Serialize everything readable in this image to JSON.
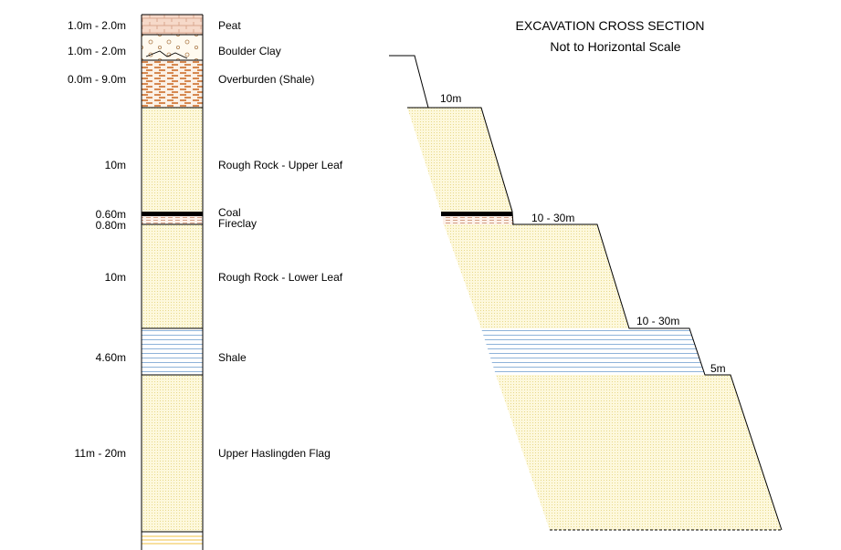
{
  "title": "EXCAVATION CROSS SECTION",
  "subtitle": "Not to Horizontal Scale",
  "layers": [
    {
      "thickness": "1.0m - 2.0m",
      "name": "Peat"
    },
    {
      "thickness": "1.0m - 2.0m",
      "name": "Boulder Clay"
    },
    {
      "thickness": "0.0m - 9.0m",
      "name": "Overburden (Shale)"
    },
    {
      "thickness": "10m",
      "name": "Rough Rock  -  Upper Leaf"
    },
    {
      "thickness": "0.60m",
      "name": "Coal"
    },
    {
      "thickness": "0.80m",
      "name": "Fireclay"
    },
    {
      "thickness": "10m",
      "name": "Rough Rock  -  Lower Leaf"
    },
    {
      "thickness": "4.60m",
      "name": "Shale"
    },
    {
      "thickness": "11m - 20m",
      "name": "Upper Haslingden Flag"
    }
  ],
  "benches": [
    {
      "label": "10m"
    },
    {
      "label": "10 - 30m"
    },
    {
      "label": "10 - 30m"
    },
    {
      "label": "5m"
    }
  ],
  "colors": {
    "sandstone": "#fdf8dc",
    "sandstone_dot": "#e8d98a",
    "peat": "#f6d9c9",
    "peat_line": "#d9a68e",
    "overburden": "#c9651f",
    "shale_line": "#8fb3d9",
    "coal": "#000000",
    "fireclay_line": "#c98a6a",
    "flag_line": "#f0c040",
    "outline": "#000000"
  }
}
